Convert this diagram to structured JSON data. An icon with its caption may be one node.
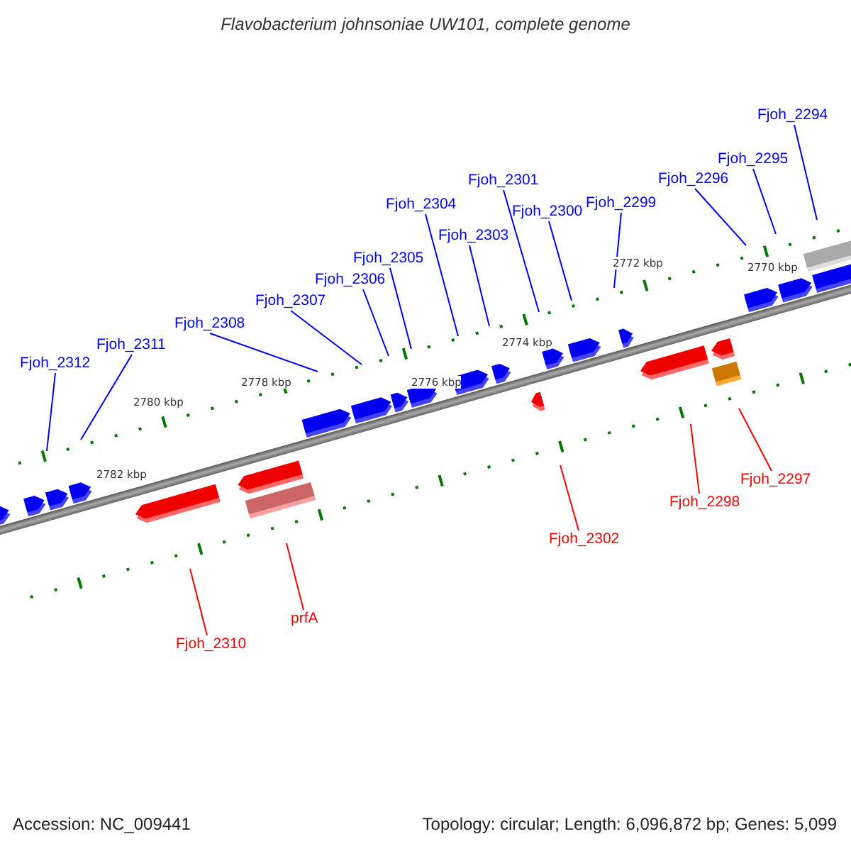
{
  "diagram": {
    "title": "Flavobacterium johnsoniae UW101, complete genome",
    "nodes": [
      {
        "text": [
          "Fjoh_2294"
        ]
      },
      {
        "text": [
          "Fjoh_2295"
        ]
      },
      {
        "text": [
          "Fjoh_2296"
        ]
      },
      {
        "text": [
          "Fjoh_2301"
        ]
      },
      {
        "text": [
          "Fjoh_2299"
        ]
      },
      {
        "text": [
          "Fjoh_2304"
        ]
      },
      {
        "text": [
          "Fjoh_2300"
        ]
      },
      {
        "text": [
          "Fjoh_2303"
        ]
      },
      {
        "text": [
          "Fjoh_2305"
        ]
      },
      {
        "text": [
          "Fjoh_2306"
        ]
      },
      {
        "text": [
          "Fjoh_2307"
        ]
      },
      {
        "text": [
          "Fjoh_2308"
        ]
      },
      {
        "text": [
          "Fjoh_2311"
        ]
      },
      {
        "text": [
          "Fjoh_2312"
        ]
      },
      {
        "text": [
          "Fjoh_2297"
        ]
      },
      {
        "text": [
          "Fjoh_2298"
        ]
      },
      {
        "text": [
          "Fjoh_2302"
        ]
      },
      {
        "text": [
          "prfA"
        ]
      },
      {
        "text": [
          "Fjoh_2310"
        ]
      }
    ],
    "edges": [
      {
        "from": 0,
        "to": null,
        "arrow": "none"
      },
      {
        "from": 1,
        "to": null,
        "arrow": "none"
      },
      {
        "from": 2,
        "to": null,
        "arrow": "none"
      },
      {
        "from": 3,
        "to": null,
        "arrow": "none"
      },
      {
        "from": 4,
        "to": null,
        "arrow": "none"
      },
      {
        "from": 5,
        "to": null,
        "arrow": "none"
      },
      {
        "from": 6,
        "to": null,
        "arrow": "none"
      },
      {
        "from": 7,
        "to": null,
        "arrow": "none"
      },
      {
        "from": 8,
        "to": null,
        "arrow": "none"
      },
      {
        "from": 9,
        "to": null,
        "arrow": "none"
      },
      {
        "from": 10,
        "to": null,
        "arrow": "none"
      },
      {
        "from": 11,
        "to": null,
        "arrow": "none"
      },
      {
        "from": 12,
        "to": null,
        "arrow": "none"
      },
      {
        "from": 13,
        "to": null,
        "arrow": "none"
      },
      {
        "from": 14,
        "to": null,
        "arrow": "none",
        "color": "#ff0000"
      },
      {
        "from": 15,
        "to": null,
        "arrow": "none",
        "color": "#ff0000"
      },
      {
        "from": 16,
        "to": null,
        "arrow": "none",
        "color": "#ff0000"
      },
      {
        "from": 17,
        "to": null,
        "arrow": "none",
        "color": "#ff0000"
      },
      {
        "from": 18,
        "to": null,
        "arrow": "none",
        "color": "#ff0000"
      }
    ],
    "labels": [
      "2770 kbp",
      "2772 kbp",
      "2774 kbp",
      "2776 kbp",
      "2778 kbp",
      "2780 kbp",
      "2782 kbp",
      "Accession: NC_009441",
      "Topology: circular; Length: 6,096,872 bp; Genes: 5,099"
    ]
  }
}
